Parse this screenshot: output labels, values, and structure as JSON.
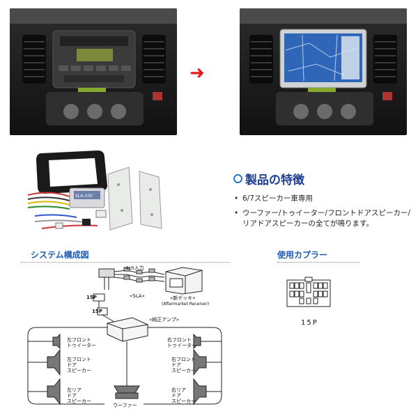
{
  "arrow_icon": "right-arrow-icon",
  "accent_color": "#e21b1b",
  "features": {
    "title": "製品の特徴",
    "items": [
      "6/7スピーカー車専用",
      "ウーファー/トゥイーター/フロントドアスピーカー/リアドアスピーカーの全てが鳴ります。"
    ]
  },
  "product": {
    "module_label": "SLA-100"
  },
  "system": {
    "title": "システム構成図",
    "labels": {
      "input_4ch": "4ch入力",
      "sla": "«SLA»",
      "new_deck": "«新デッキ»",
      "aftermarket": "(Aftermarket Receiver)",
      "pin15_top": "15P",
      "pin15_bottom": "15P",
      "oem_amp": "«純正アンプ»",
      "front_left_tweeter": [
        "左フロント",
        "トゥイーター"
      ],
      "front_right_tweeter": [
        "右フロント",
        "トゥイーター"
      ],
      "front_left_door": [
        "左フロント",
        "ドア",
        "スピーカー"
      ],
      "front_right_door": [
        "右フロント",
        "ドア",
        "スピーカー"
      ],
      "rear_left_door": [
        "左リア",
        "ドア",
        "スピーカー"
      ],
      "rear_right_door": [
        "右リア",
        "ドア",
        "スピーカー"
      ],
      "woofer": "ウーファー"
    }
  },
  "coupler": {
    "title": "使用カプラー",
    "label": "15P"
  }
}
